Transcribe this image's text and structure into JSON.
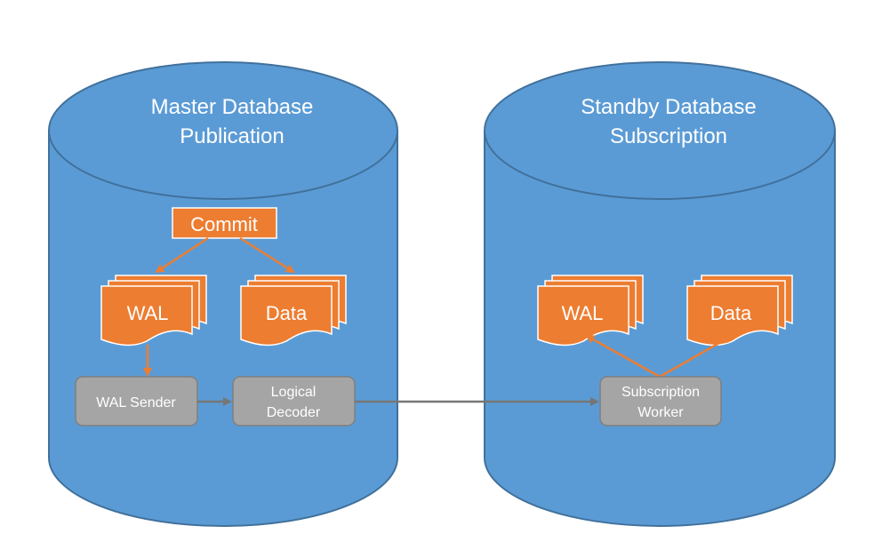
{
  "colors": {
    "cylinder_fill": "#5B9BD5",
    "cylinder_stroke": "#41719C",
    "orange": "#ED7D31",
    "orange_stroke": "#FFFFFF",
    "gray_box": "#A5A5A5",
    "gray_stroke": "#7F7F7F",
    "connector_gray": "#767676"
  },
  "master": {
    "title_line1": "Master Database",
    "title_line2": "Publication",
    "commit": "Commit",
    "wal": "WAL",
    "data": "Data",
    "wal_sender": "WAL Sender",
    "logical_decoder_line1": "Logical",
    "logical_decoder_line2": "Decoder"
  },
  "standby": {
    "title_line1": "Standby Database",
    "title_line2": "Subscription",
    "wal": "WAL",
    "data": "Data",
    "worker_line1": "Subscription",
    "worker_line2": "Worker"
  }
}
